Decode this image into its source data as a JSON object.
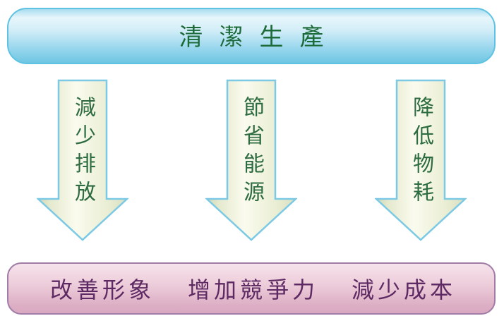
{
  "diagram": {
    "title": "清潔生產",
    "arrows": [
      {
        "label": "減少排放"
      },
      {
        "label": "節省能源"
      },
      {
        "label": "降低物耗"
      }
    ],
    "outcomes": [
      "改善形象",
      "增加競爭力",
      "減少成本"
    ]
  },
  "colors": {
    "background": "#ffffff",
    "top_banner_border": "#5ec2e2",
    "top_banner_gradient_top": "#a8dcf0",
    "top_banner_gradient_highlight": "#e7f6fb",
    "top_banner_gradient_bottom": "#6ec6e2",
    "title_text": "#1e6b3a",
    "arrow_border": "#7cc9e5",
    "arrow_fill_center": "#fafbee",
    "arrow_fill_edge": "#cfd5b0",
    "arrow_text": "#2d6b40",
    "bottom_banner_border": "#a07ca6",
    "bottom_banner_gradient_top": "#f6e3eb",
    "bottom_banner_gradient_bottom": "#d9a9c1",
    "outcome_text": "#5d2a63"
  }
}
